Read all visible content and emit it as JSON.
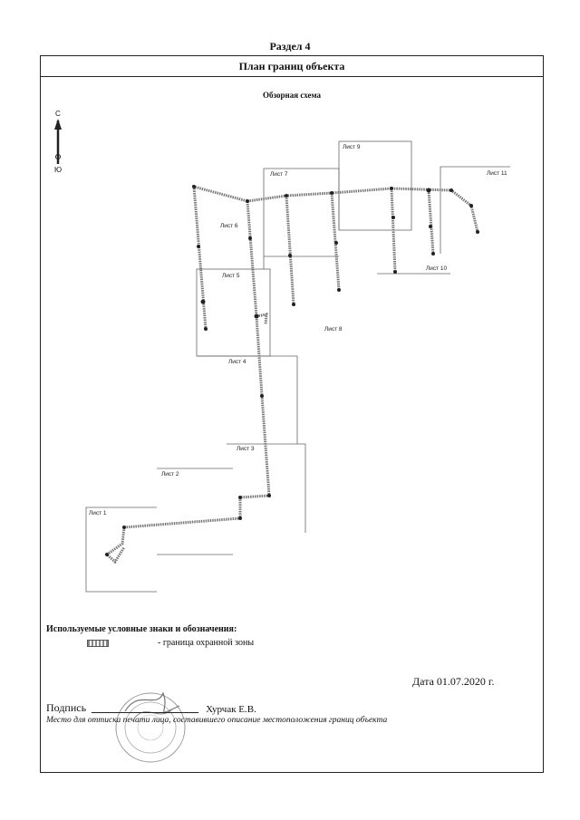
{
  "section": "Раздел 4",
  "title": "План границ объекта",
  "scheme_title": "Обзорная схема",
  "compass": {
    "north": "С",
    "south": "Ю"
  },
  "sheets": [
    "Лист 1",
    "Лист 2",
    "Лист 3",
    "Лист 4",
    "Лист 5",
    "Лист 6",
    "Лист 7",
    "Лист 8",
    "Лист 9",
    "Лист 10",
    "Лист 11"
  ],
  "legend": {
    "title": "Используемые условные знаки и обозначения:",
    "item": "- граница  охранной зоны"
  },
  "date": "Дата 01.07.2020 г.",
  "signature": {
    "label": "Подпись",
    "name": "Хурчак Е.В."
  },
  "stamp_note": "Место для оттиска печати лица, составившего описание местоположения границ объекта"
}
